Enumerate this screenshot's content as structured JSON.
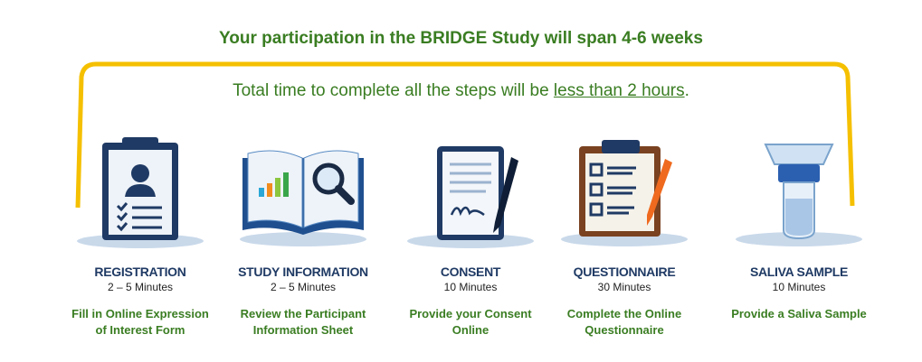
{
  "headline": "Your participation in the BRIDGE Study will span 4-6 weeks",
  "subline": {
    "prefix": "Total time to complete all the steps will be ",
    "emphasis": "less than 2 hours",
    "suffix": "."
  },
  "colors": {
    "green": "#3a7d22",
    "navy": "#1f3a64",
    "bracket": "#f5c000"
  },
  "steps": [
    {
      "icon": "clipboard-person-icon",
      "title": "REGISTRATION",
      "duration": "2 – 5 Minutes",
      "desc1": "Fill in Online Expression",
      "desc2": "of Interest Form"
    },
    {
      "icon": "book-magnifier-icon",
      "title": "STUDY INFORMATION",
      "duration": "2 – 5 Minutes",
      "desc1": "Review the Participant",
      "desc2": "Information Sheet"
    },
    {
      "icon": "document-pen-icon",
      "title": "CONSENT",
      "duration": "10 Minutes",
      "desc1": "Provide your Consent",
      "desc2": "Online"
    },
    {
      "icon": "checklist-pencil-icon",
      "title": "QUESTIONNAIRE",
      "duration": "30 Minutes",
      "desc1": "Complete the Online",
      "desc2": "Questionnaire"
    },
    {
      "icon": "saliva-tube-icon",
      "title": "SALIVA SAMPLE",
      "duration": "10 Minutes",
      "desc1": "Provide a Saliva Sample",
      "desc2": ""
    }
  ]
}
